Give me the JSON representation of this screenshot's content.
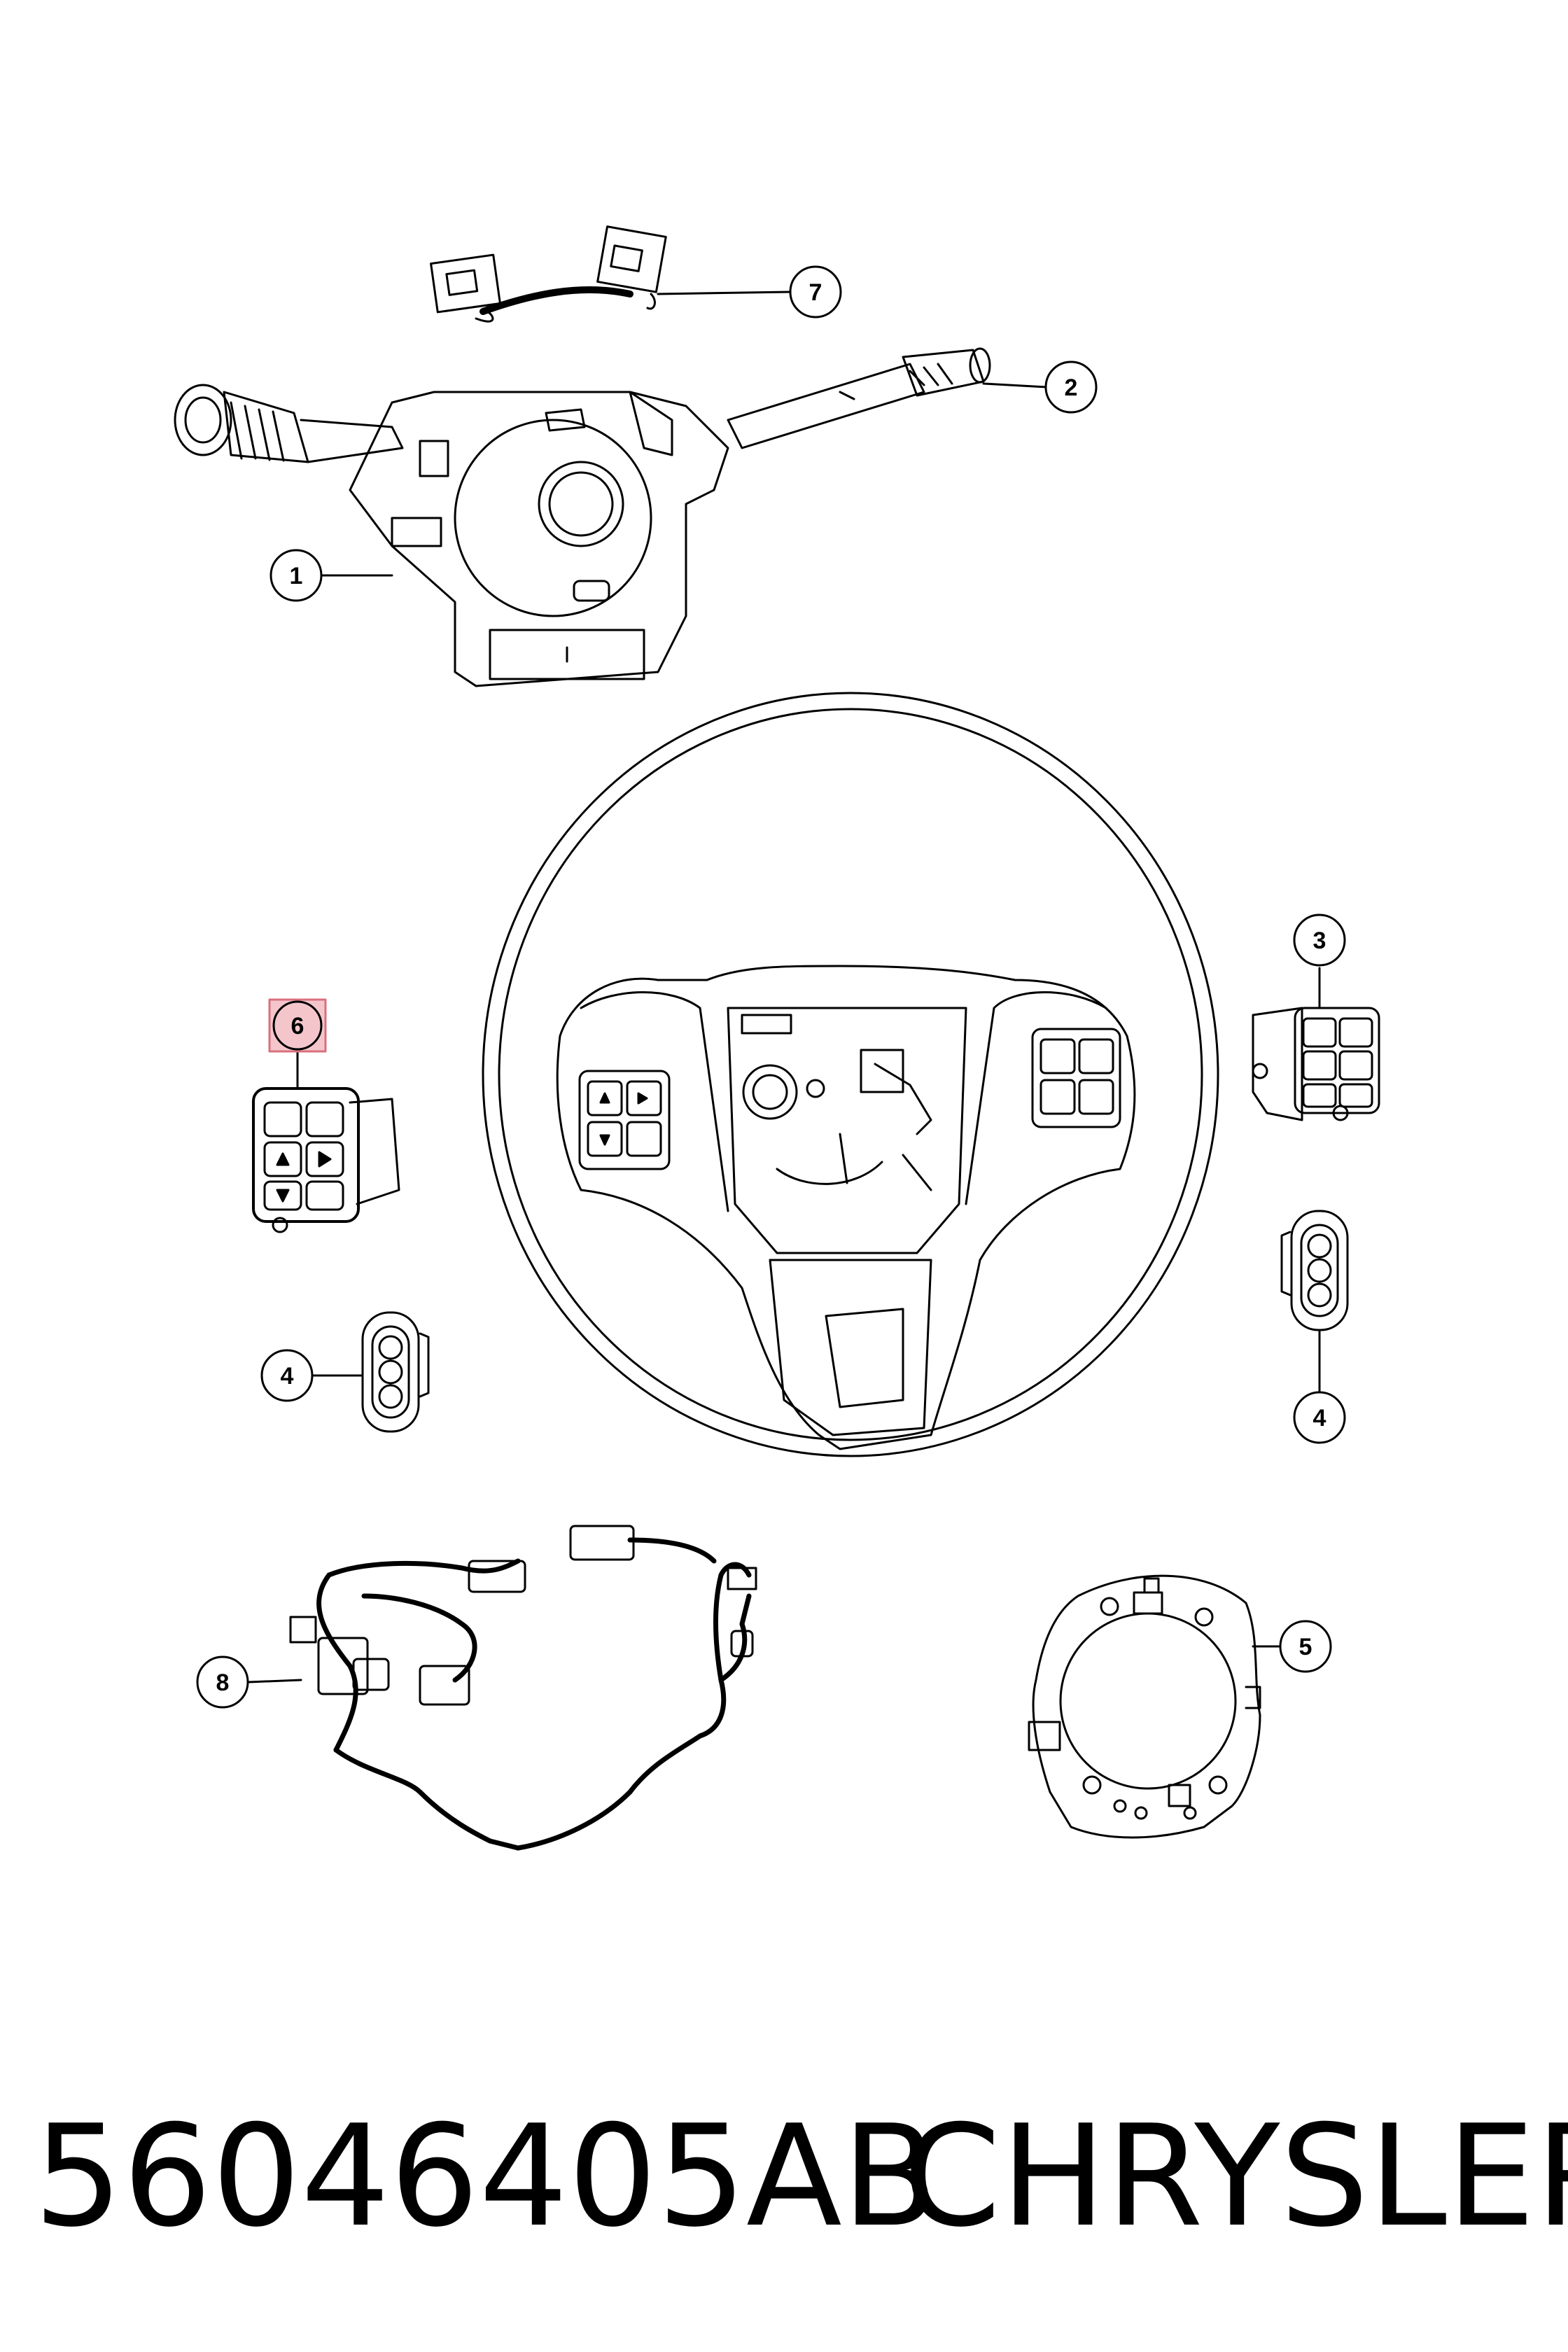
{
  "callouts": [
    {
      "id": "1",
      "label": "1"
    },
    {
      "id": "2",
      "label": "2"
    },
    {
      "id": "3",
      "label": "3"
    },
    {
      "id": "4a",
      "label": "4"
    },
    {
      "id": "4b",
      "label": "4"
    },
    {
      "id": "5",
      "label": "5"
    },
    {
      "id": "6",
      "label": "6",
      "highlighted": true
    },
    {
      "id": "7",
      "label": "7"
    },
    {
      "id": "8",
      "label": "8"
    }
  ],
  "footer": {
    "part_number": "56046405AB",
    "manufacturer": "CHRYSLER"
  },
  "colors": {
    "line": "#000000",
    "highlight_fill": "#f4c6cc",
    "highlight_stroke": "#d9707e",
    "background": "#ffffff"
  }
}
